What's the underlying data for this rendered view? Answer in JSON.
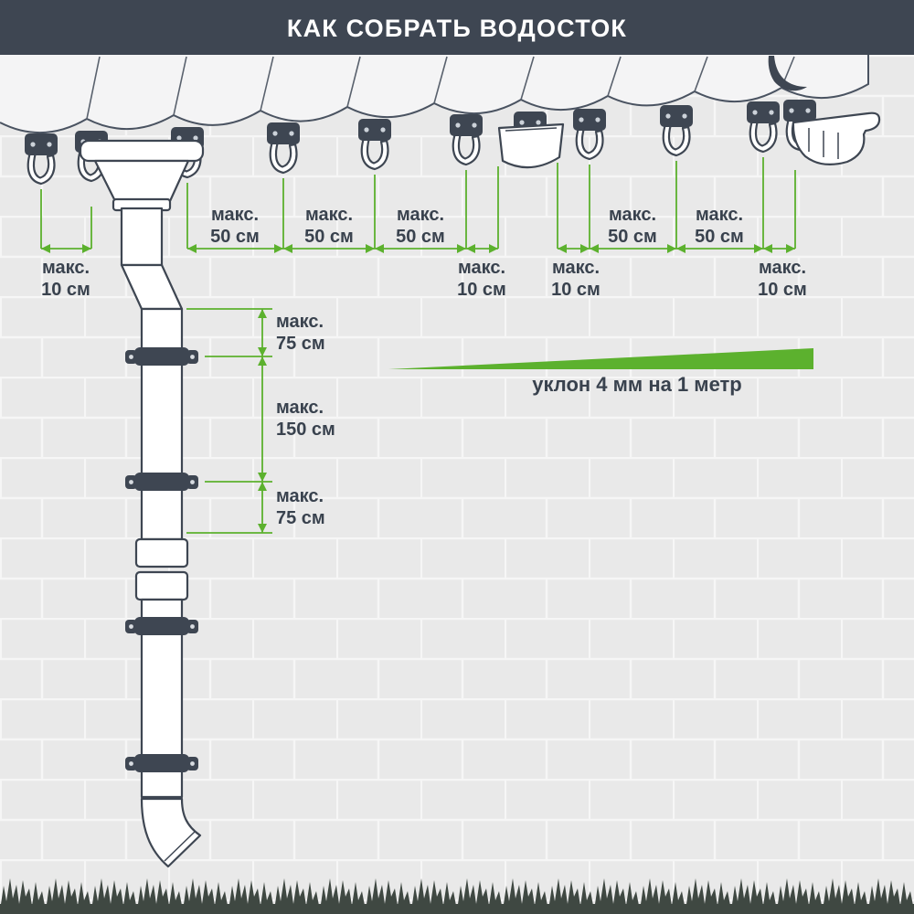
{
  "header": {
    "title": "КАК СОБРАТЬ ВОДОСТОК"
  },
  "colors": {
    "header_bg": "#3e4652",
    "outline": "#3e4652",
    "accent_green": "#5cb12e",
    "wall": "#e9e9e9",
    "text_dark": "#39424e",
    "grass": "#3f4842"
  },
  "top_dimensions": [
    {
      "prefix": "макс.",
      "value": "10 см"
    },
    {
      "prefix": "макс.",
      "value": "50 см"
    },
    {
      "prefix": "макс.",
      "value": "50 см"
    },
    {
      "prefix": "макс.",
      "value": "50 см"
    },
    {
      "prefix": "макс.",
      "value": "10 см"
    },
    {
      "prefix": "макс.",
      "value": "10 см"
    },
    {
      "prefix": "макс.",
      "value": "50 см"
    },
    {
      "prefix": "макс.",
      "value": "50 см"
    },
    {
      "prefix": "макс.",
      "value": "10 см"
    }
  ],
  "side_dimensions": [
    {
      "prefix": "макс.",
      "value": "75 см"
    },
    {
      "prefix": "макс.",
      "value": "150 см"
    },
    {
      "prefix": "макс.",
      "value": "75 см"
    }
  ],
  "slope": {
    "label": "уклон 4 мм на 1 метр"
  }
}
